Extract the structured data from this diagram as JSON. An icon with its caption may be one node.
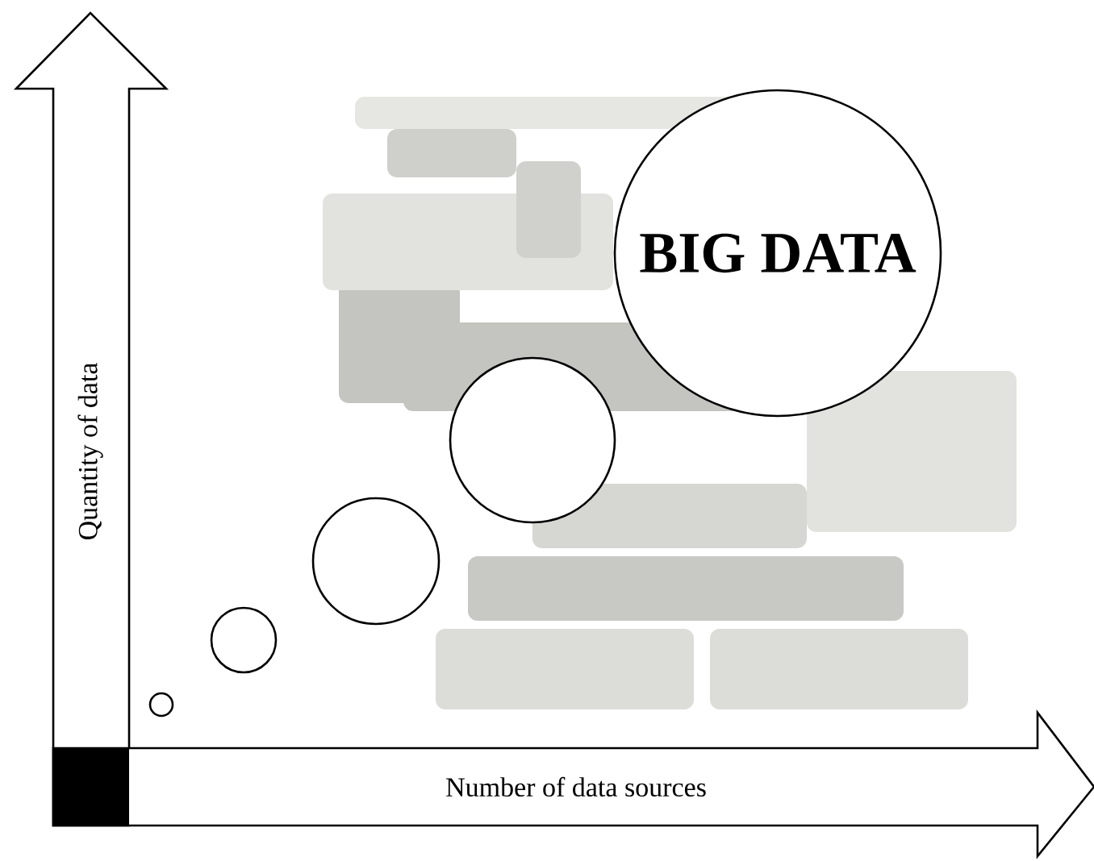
{
  "diagram": {
    "nodes": [
      {
        "text": [
          "Quantity of data"
        ]
      },
      {
        "text": [
          "Number of data sources"
        ]
      },
      {
        "text": [],
        "shape": "circle"
      },
      {
        "text": [],
        "shape": "circle"
      },
      {
        "text": [],
        "shape": "circle"
      },
      {
        "text": [],
        "shape": "circle"
      },
      {
        "text": [
          "BIG DATA"
        ]
      }
    ]
  }
}
